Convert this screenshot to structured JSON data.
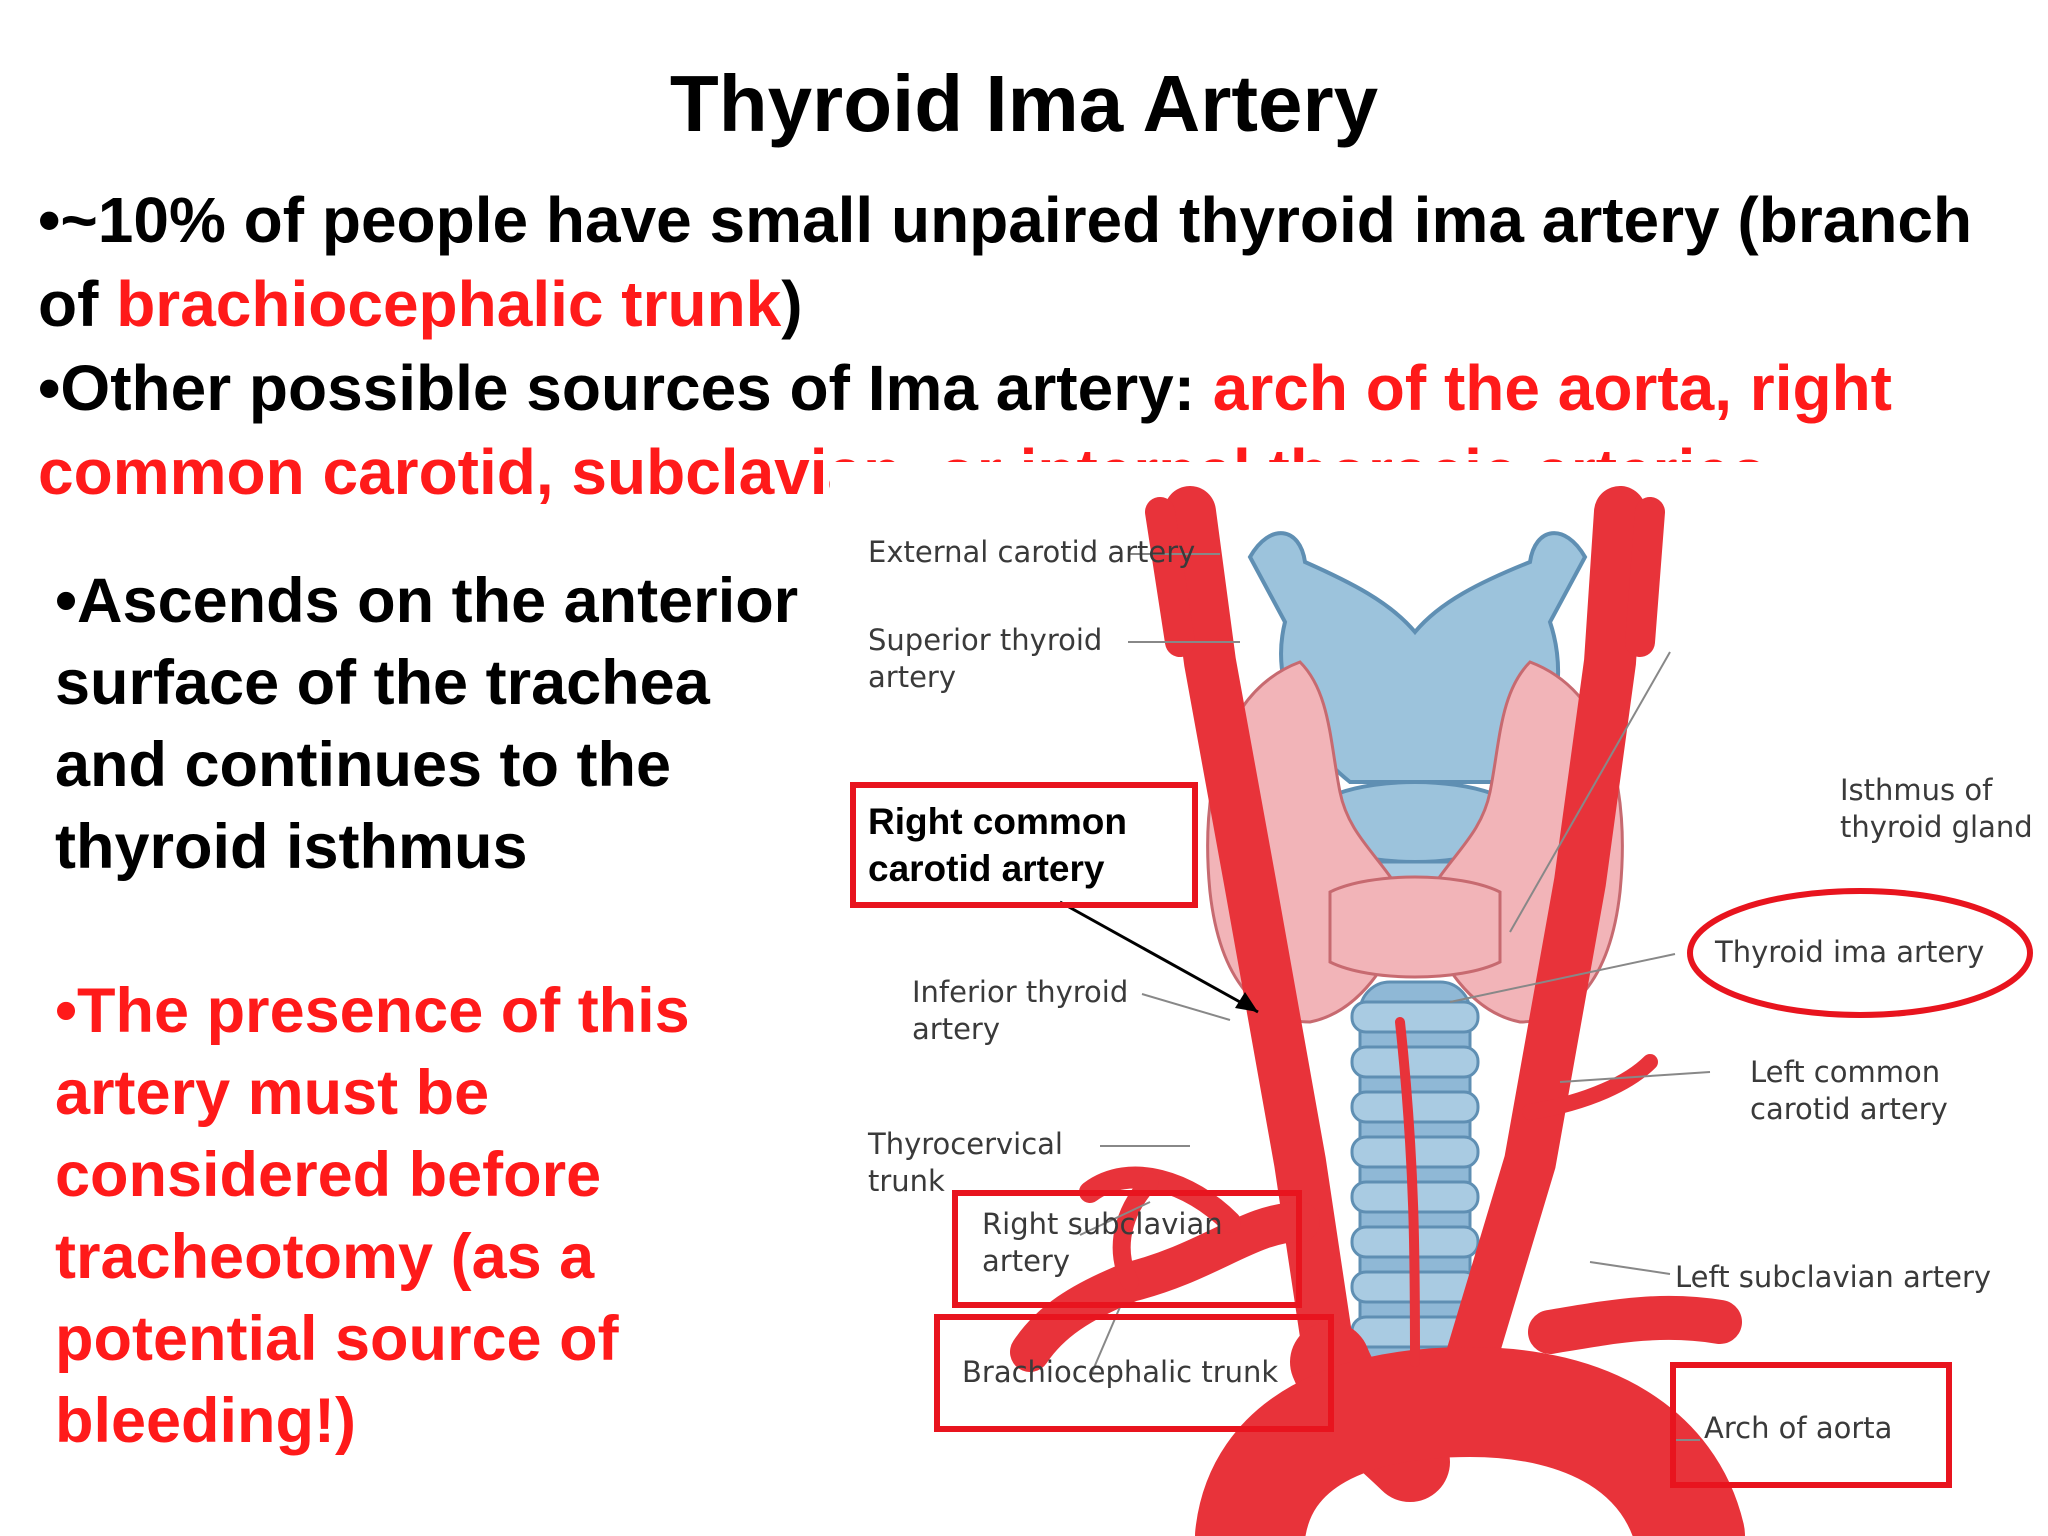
{
  "title": "Thyroid Ima Artery",
  "bullets_top": {
    "b1_black": "•~10% of people have small unpaired thyroid ima artery (branch of ",
    "b1_red": "brachiocephalic trunk",
    "b1_end": ")",
    "b2_black": "•Other possible sources of Ima artery: ",
    "b2_red": "arch of the aorta, right common carotid, subclavian, or internal thoracic arteries"
  },
  "left_black": "•Ascends on the anterior surface of the trachea and continues to the thyroid isthmus",
  "left_red": "•The presence of this artery must be considered before tracheotomy (as a potential source of bleeding!)",
  "figure_labels": {
    "external_carotid": "External carotid artery",
    "superior_thyroid": "Superior thyroid artery",
    "right_common_carotid": "Right common carotid artery",
    "isthmus": "Isthmus of thyroid gland",
    "thyroid_ima": "Thyroid ima artery",
    "inferior_thyroid": "Inferior thyroid artery",
    "left_common_carotid": "Left common carotid artery",
    "thyrocervical": "Thyrocervical trunk",
    "right_subclavian": "Right subclavian artery",
    "left_subclavian": "Left subclavian artery",
    "brachiocephalic": "Brachiocephalic trunk",
    "arch_aorta": "Arch of aorta"
  },
  "colors": {
    "artery": "#e8333a",
    "highlight_box": "#e8141e",
    "cartilage": "#9cc3dc",
    "thyroid": "#f2b4b8"
  }
}
